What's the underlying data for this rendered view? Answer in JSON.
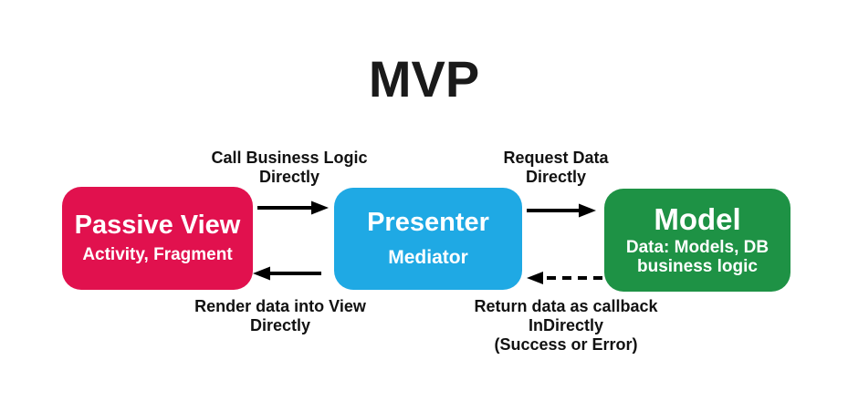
{
  "title": "MVP",
  "colors": {
    "view": "#E1114E",
    "presenter": "#1FA9E4",
    "model": "#1E9245",
    "box_text": "#FFFFFF",
    "label_text": "#111111",
    "arrow": "#000000"
  },
  "boxes": {
    "view": {
      "title": "Passive View",
      "subtitle": "Activity, Fragment"
    },
    "presenter": {
      "title": "Presenter",
      "subtitle": "Mediator"
    },
    "model": {
      "title": "Model",
      "subtitle_line1": "Data: Models, DB",
      "subtitle_line2": "business logic"
    }
  },
  "arrows": {
    "call": {
      "line1": "Call Business Logic",
      "line2": "Directly",
      "from": "Passive View",
      "to": "Presenter",
      "direction": "right",
      "style": "solid"
    },
    "request": {
      "line1": "Request Data",
      "line2": "Directly",
      "from": "Presenter",
      "to": "Model",
      "direction": "right",
      "style": "solid"
    },
    "render": {
      "line1": "Render data into View",
      "line2": "Directly",
      "from": "Presenter",
      "to": "Passive View",
      "direction": "left",
      "style": "solid"
    },
    "return": {
      "line1": "Return data as callback",
      "line2": "InDirectly",
      "line3": "(Success or Error)",
      "from": "Model",
      "to": "Presenter",
      "direction": "left",
      "style": "dashed"
    }
  }
}
